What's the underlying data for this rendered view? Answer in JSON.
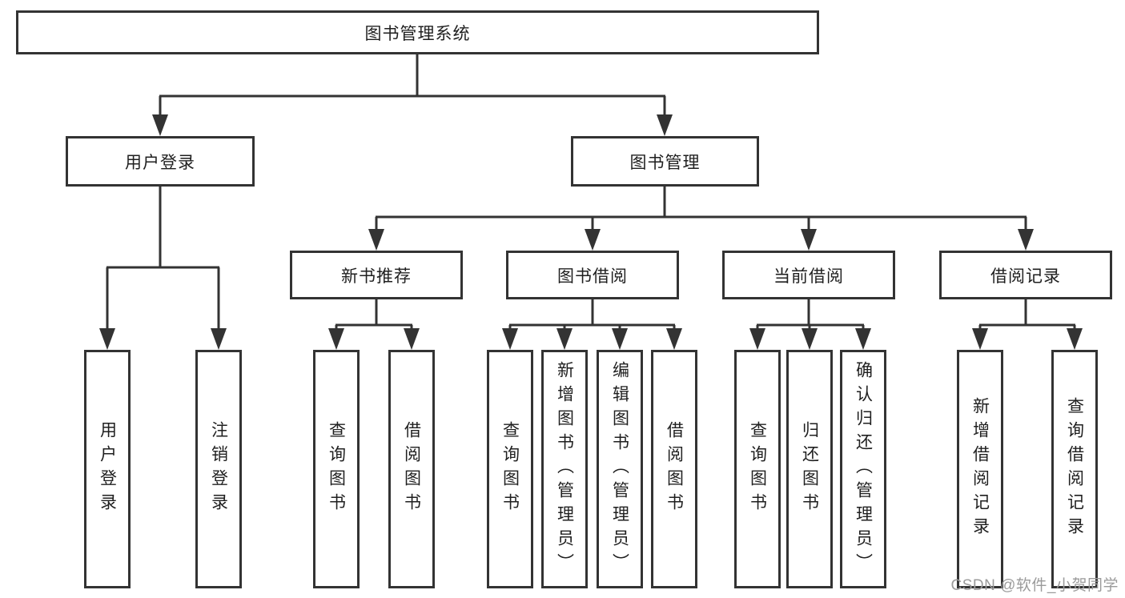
{
  "tree": {
    "label": "图书管理系统",
    "children": [
      {
        "label": "用户登录",
        "children": [
          {
            "label": "用户登录"
          },
          {
            "label": "注销登录"
          }
        ]
      },
      {
        "label": "图书管理",
        "children": [
          {
            "label": "新书推荐",
            "children": [
              {
                "label": "查询图书"
              },
              {
                "label": "借阅图书"
              }
            ]
          },
          {
            "label": "图书借阅",
            "children": [
              {
                "label": "查询图书"
              },
              {
                "label": "新增图书（管理员）"
              },
              {
                "label": "编辑图书（管理员）"
              },
              {
                "label": "借阅图书"
              }
            ]
          },
          {
            "label": "当前借阅",
            "children": [
              {
                "label": "查询图书"
              },
              {
                "label": "归还图书"
              },
              {
                "label": "确认归还（管理员）"
              }
            ]
          },
          {
            "label": "借阅记录",
            "children": [
              {
                "label": "新增借阅记录"
              },
              {
                "label": "查询借阅记录"
              }
            ]
          }
        ]
      }
    ]
  },
  "watermark": {
    "text": "CSDN @软件_小贺同学"
  },
  "colors": {
    "line": "#333333",
    "box_border": "#333333",
    "box_fill": "#ffffff",
    "text": "#1f1f1f",
    "watermark": "#9b9b9b",
    "background": "#ffffff"
  }
}
